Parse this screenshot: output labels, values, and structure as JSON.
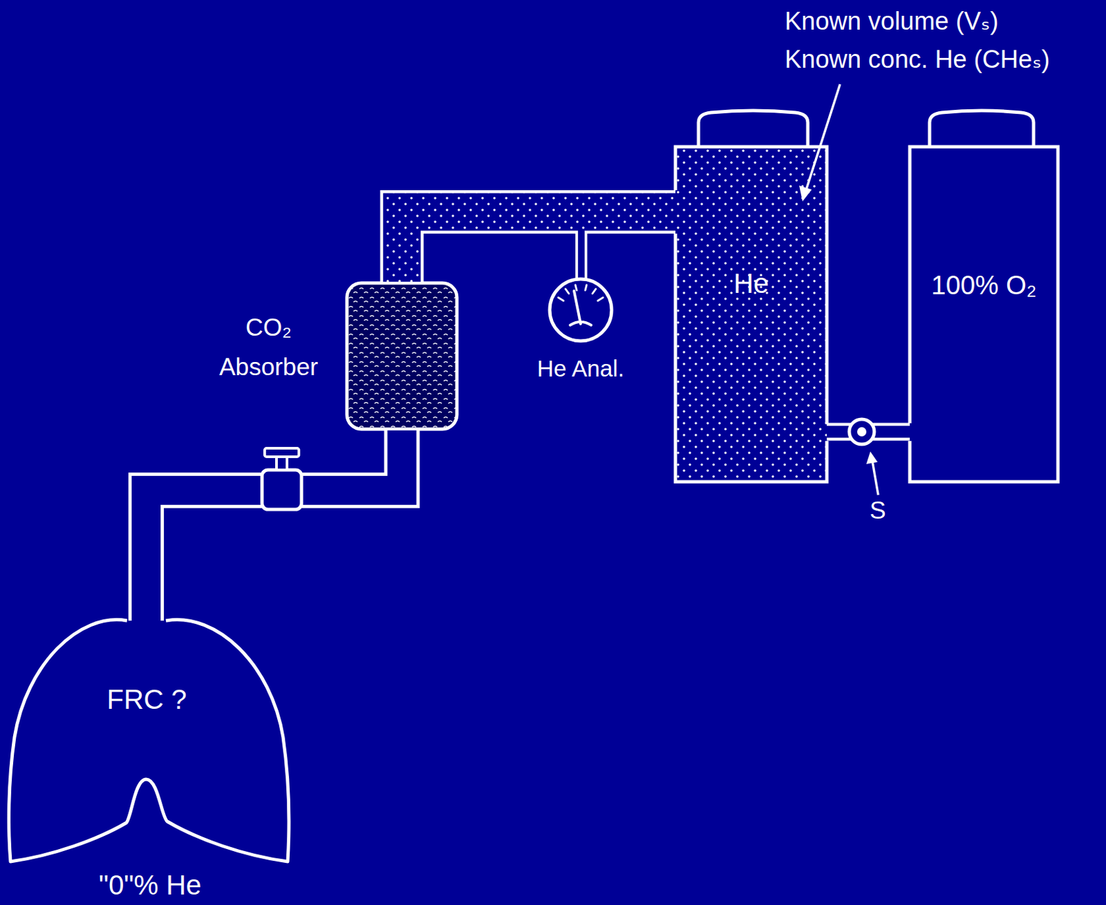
{
  "diagram": {
    "nodes": [
      {
        "text": [
          "FRC ?",
          "\"0\"% He"
        ]
      },
      {
        "text": [
          "CO₂ Absorber"
        ]
      },
      {
        "text": [
          "He Anal."
        ]
      },
      {
        "text": [
          "He"
        ]
      },
      {
        "text": [
          "100% O₂"
        ]
      }
    ],
    "edges": [
      {
        "from": 0,
        "to": 1,
        "arrow": "none"
      },
      {
        "from": 1,
        "to": 3,
        "arrow": "none"
      },
      {
        "from": 3,
        "to": 4,
        "arrow": "none"
      }
    ],
    "labels": [
      "Known volume (Vₛ)",
      "Known conc. He (CHeₛ)",
      "S"
    ]
  }
}
